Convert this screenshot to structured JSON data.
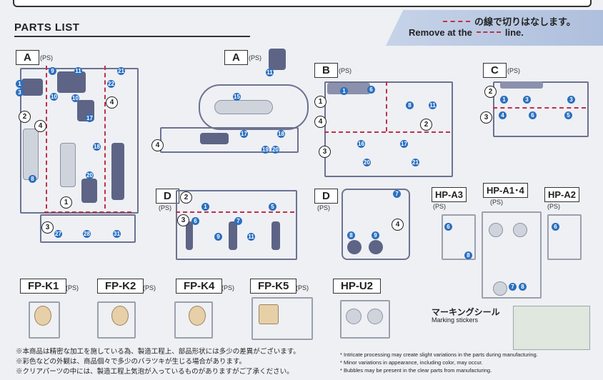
{
  "header": {
    "title": "PARTS LIST",
    "banner_jp": "の線で切りはなします。",
    "banner_en_prefix": "Remove at the",
    "banner_en_suffix": "line."
  },
  "colors": {
    "cut_line": "#c0304a",
    "runner": "#6c7290",
    "number_badge": "#2b6fbf"
  },
  "ps": "(PS)",
  "runners": [
    {
      "id": "A",
      "label": "A"
    },
    {
      "id": "A2",
      "label": "A"
    },
    {
      "id": "B",
      "label": "B"
    },
    {
      "id": "C",
      "label": "C"
    },
    {
      "id": "D",
      "label": "D"
    },
    {
      "id": "D2",
      "label": "D"
    },
    {
      "id": "HPA3",
      "label": "HP-A3"
    },
    {
      "id": "HPA14",
      "label": "HP-A1･4"
    },
    {
      "id": "HPA2",
      "label": "HP-A2"
    },
    {
      "id": "FPK1",
      "label": "FP-K1"
    },
    {
      "id": "FPK2",
      "label": "FP-K2"
    },
    {
      "id": "FPK4",
      "label": "FP-K4"
    },
    {
      "id": "FPK5",
      "label": "FP-K5"
    },
    {
      "id": "HPU2",
      "label": "HP-U2"
    }
  ],
  "sticker": {
    "title_jp": "マーキングシール",
    "title_en": "Marking stickers"
  },
  "notes_jp": [
    "※本商品は精密な加工を施している為、製造工程上、部品形状には多少の差異がございます。",
    "※彩色などの外観は、商品個々で多少のバラツキが生じる場合があります。",
    "※クリアパーツの中には、製造工程上気泡が入っているものがありますがご了承ください。"
  ],
  "notes_en": [
    "* Intricate processing may create slight variations in the parts during manufacturing.",
    "* Minor variations in appearance, including color, may occur.",
    "* Bubbles may be present in the clear parts from manufacturing."
  ]
}
